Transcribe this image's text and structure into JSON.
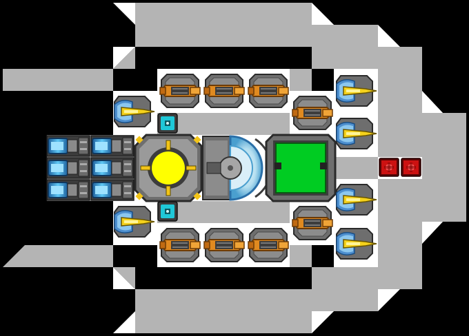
{
  "colors": {
    "background": "#000000",
    "hull": "#b4b4b4",
    "deck": "#ffffff",
    "module_gray": "#6e6e6e",
    "module_dark": "#3c3c3c",
    "reactor_core": "#ffff00",
    "warning_yellow": "#f2c418",
    "accent_cyan": "#1fc8d8",
    "cockpit_green": "#00cc22",
    "brass": "#e08a20",
    "thruster_blue": "#3aa0e0",
    "red_light": "#cc1111"
  },
  "ship": {
    "name": "",
    "modules": {
      "reactor": {
        "icon": "reactor-core-icon",
        "count": 1
      },
      "shield_generator": {
        "icon": "shield-dome-icon",
        "count": 1
      },
      "cockpit": {
        "icon": "cockpit-console-icon",
        "count": 1
      },
      "cannon_turrets": {
        "icon": "cannon-icon",
        "count": 8
      },
      "laser_turrets": {
        "icon": "laser-icon",
        "count": 6
      },
      "engines": {
        "icon": "thruster-icon",
        "count": 6
      },
      "connectors": {
        "icon": "cyan-node-icon",
        "count": 2
      },
      "red_lights": {
        "icon": "warning-light-icon",
        "count": 2
      }
    }
  }
}
